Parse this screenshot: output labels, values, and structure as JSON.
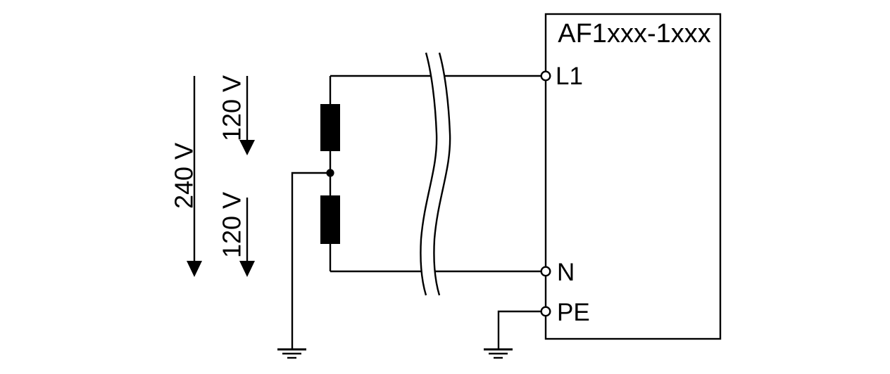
{
  "diagram": {
    "description": "split-phase supply wiring diagram",
    "device": {
      "model": "AF1xxx-1xxx",
      "terminals": [
        {
          "label": "L1"
        },
        {
          "label": "N"
        },
        {
          "label": "PE"
        }
      ]
    },
    "voltages": {
      "total": "240 V",
      "upper_half": "120 V",
      "lower_half": "120 V"
    },
    "colors": {
      "line": "#000000",
      "background": "#ffffff"
    }
  }
}
